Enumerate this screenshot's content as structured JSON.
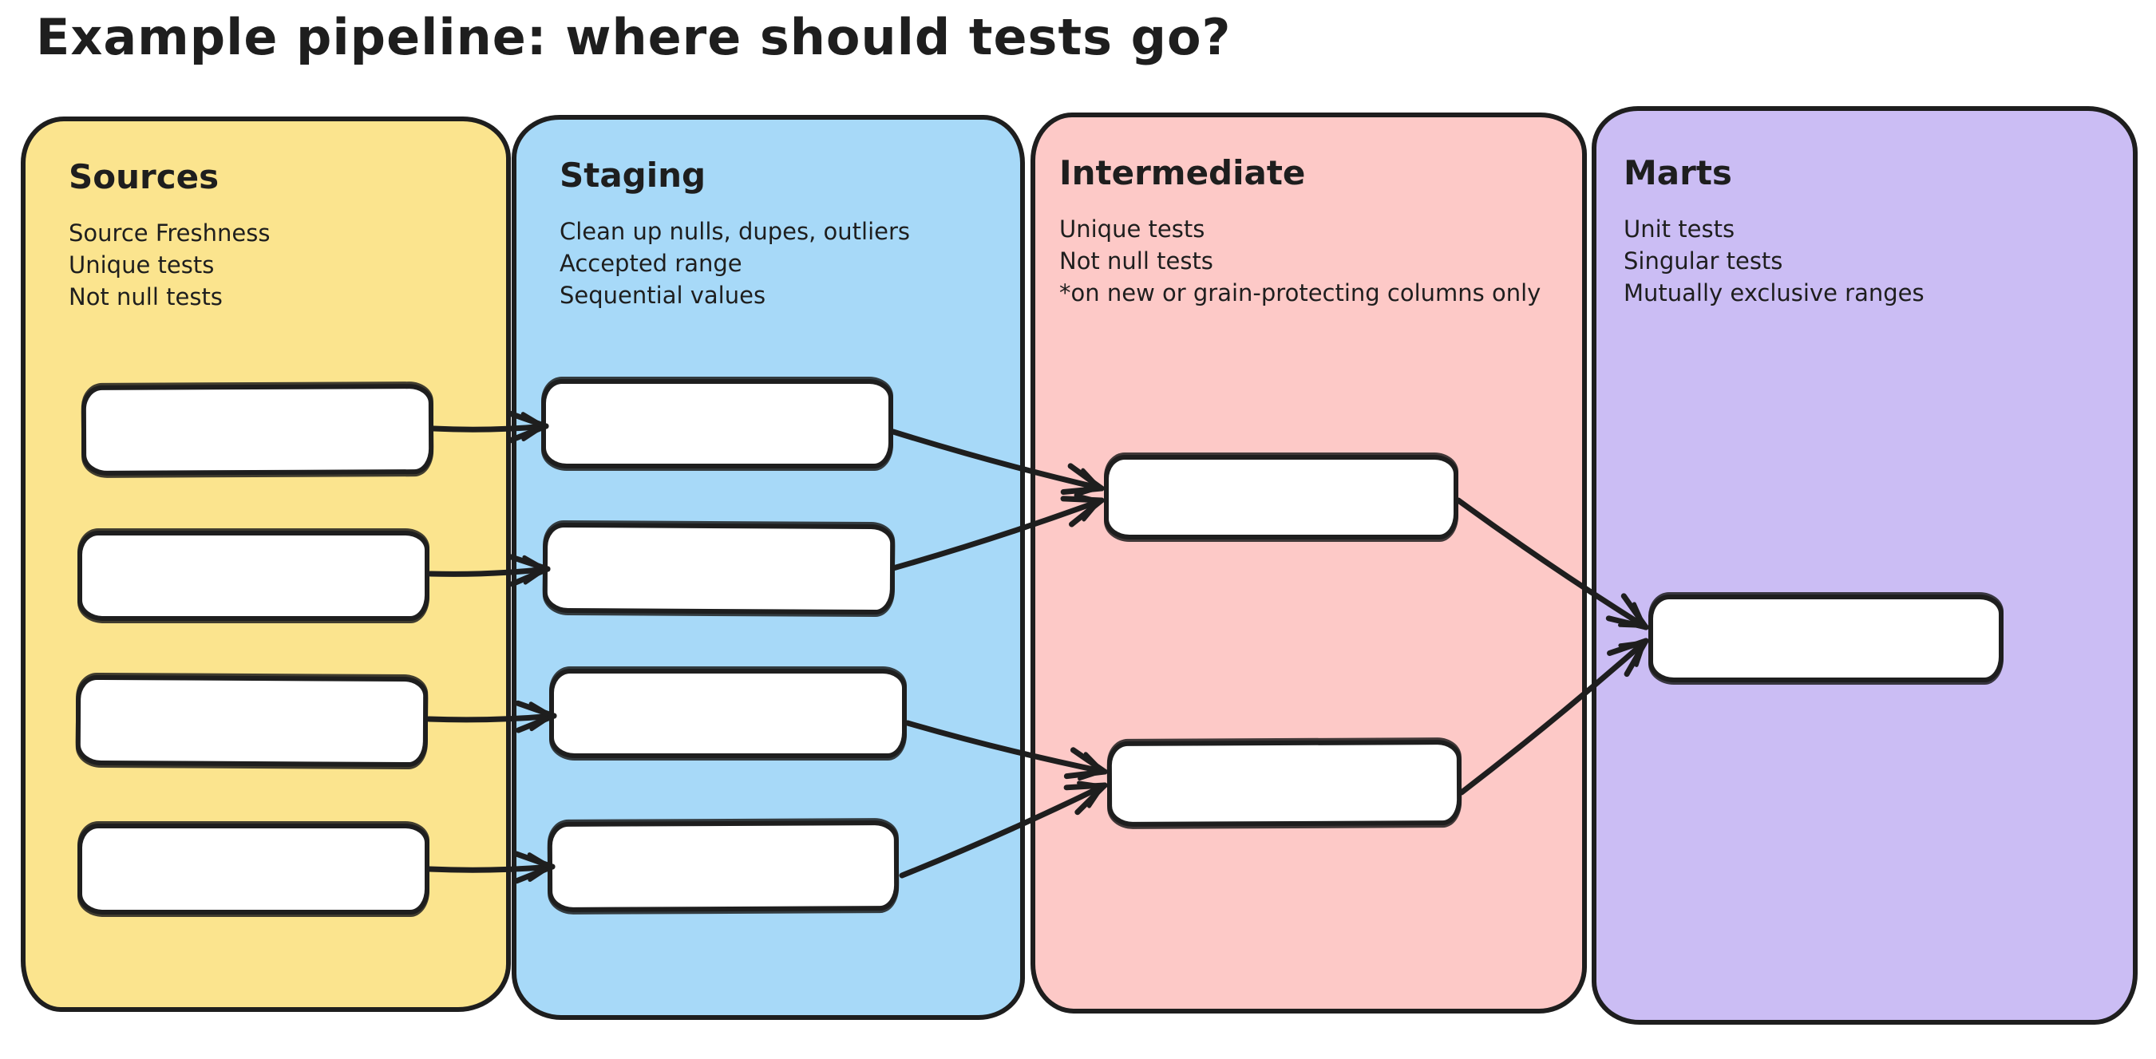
{
  "title": "Example pipeline: where should tests go?",
  "colors": {
    "stroke": "#1e1e1e",
    "background": "#ffffff",
    "node_fill": "#ffffff",
    "sources": "#FBE48E",
    "staging": "#A7D9F8",
    "intermediate": "#FDC9C7",
    "marts": "#CBBDF4"
  },
  "columns": [
    {
      "label": "Sources",
      "notes": [
        "Source Freshness",
        "Unique tests",
        "Not null tests"
      ],
      "node_count": 4
    },
    {
      "label": "Staging",
      "notes": [
        "Clean up nulls, dupes, outliers",
        "Accepted range",
        "Sequential values"
      ],
      "node_count": 4
    },
    {
      "label": "Intermediate",
      "notes": [
        "Unique tests",
        "Not null tests",
        "*on new or grain-protecting columns only"
      ],
      "node_count": 2
    },
    {
      "label": "Marts",
      "notes": [
        "Unit tests",
        "Singular tests",
        "Mutually exclusive ranges"
      ],
      "node_count": 1
    }
  ],
  "edges": [
    {
      "from": "sources-1",
      "to": "staging-1"
    },
    {
      "from": "sources-2",
      "to": "staging-2"
    },
    {
      "from": "sources-3",
      "to": "staging-3"
    },
    {
      "from": "sources-4",
      "to": "staging-4"
    },
    {
      "from": "staging-1",
      "to": "intermediate-1"
    },
    {
      "from": "staging-2",
      "to": "intermediate-1"
    },
    {
      "from": "staging-3",
      "to": "intermediate-2"
    },
    {
      "from": "staging-4",
      "to": "intermediate-2"
    },
    {
      "from": "intermediate-1",
      "to": "marts-1"
    },
    {
      "from": "intermediate-2",
      "to": "marts-1"
    }
  ]
}
